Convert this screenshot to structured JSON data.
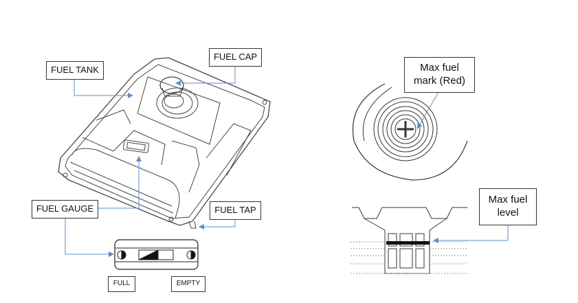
{
  "left_diagram": {
    "labels": {
      "fuel_tank": "FUEL TANK",
      "fuel_cap": "FUEL CAP",
      "fuel_gauge": "FUEL GAUGE",
      "fuel_tap": "FUEL TAP",
      "full": "FULL",
      "empty": "EMPTY"
    }
  },
  "right_diagram": {
    "labels": {
      "max_fuel_mark": "Max fuel mark (Red)",
      "max_fuel_level": "Max fuel level"
    }
  },
  "colors": {
    "leader_line": "#5b8fc9",
    "outline": "#333333"
  }
}
